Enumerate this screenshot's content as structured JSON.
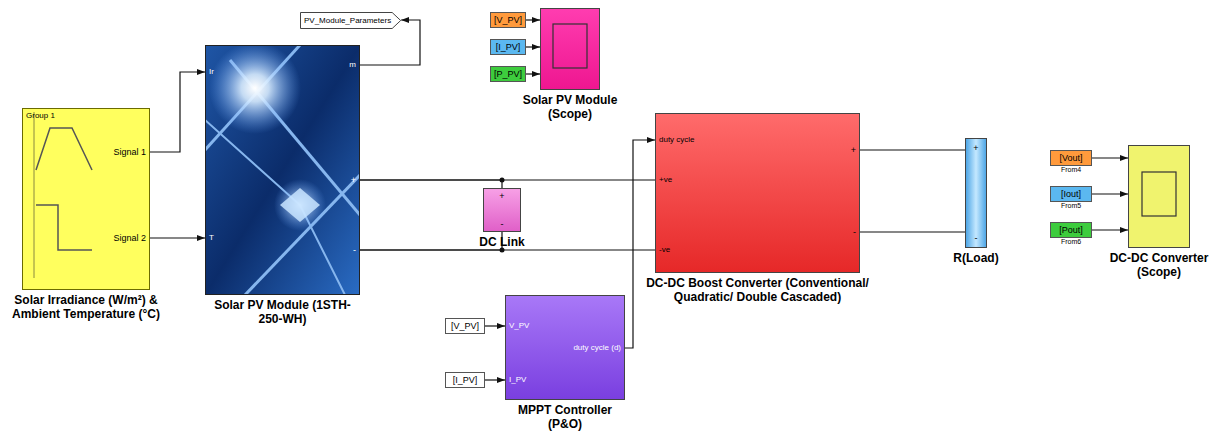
{
  "diagram": {
    "nodes": [
      {
        "text": [
          "Group 1",
          "Signal 1",
          "Signal 2",
          "Solar Irradiance (W/m²) & Ambient Temperature (°C)"
        ]
      },
      {
        "text": [
          "PV_Module_Parameters"
        ]
      },
      {
        "text": [
          "Ir",
          "T",
          "m",
          "+",
          "-",
          "Solar PV Module (1STH-250-WH)"
        ]
      },
      {
        "text": [
          "[V_PV]"
        ]
      },
      {
        "text": [
          "[I_PV]"
        ]
      },
      {
        "text": [
          "[P_PV]"
        ]
      },
      {
        "text": [
          "Solar PV Module (Scope)"
        ]
      },
      {
        "text": [
          "+",
          "-",
          "DC Link"
        ]
      },
      {
        "text": [
          "[V_PV]"
        ]
      },
      {
        "text": [
          "[I_PV]"
        ]
      },
      {
        "text": [
          "V_PV",
          "I_PV",
          "duty cycle (d)",
          "MPPT Controller (P&O)"
        ]
      },
      {
        "text": [
          "duty cycle",
          "+ve",
          "-ve",
          "+",
          "-",
          "DC-DC Boost Converter (Conventional/ Quadratic/ Double Cascaded)"
        ]
      },
      {
        "text": [
          "+",
          "-",
          "R(Load)"
        ]
      },
      {
        "text": [
          "[Vout]",
          "From4"
        ]
      },
      {
        "text": [
          "[Iout]",
          "From5"
        ]
      },
      {
        "text": [
          "[Pout]",
          "From6"
        ]
      },
      {
        "text": [
          "DC-DC Converter (Scope)"
        ]
      }
    ],
    "edges": [
      {
        "from": 0,
        "to": 2,
        "arrow": "to"
      },
      {
        "from": 0,
        "to": 2,
        "arrow": "to"
      },
      {
        "from": 2,
        "to": 1,
        "arrow": "to"
      },
      {
        "from": 3,
        "to": 6,
        "arrow": "to"
      },
      {
        "from": 4,
        "to": 6,
        "arrow": "to"
      },
      {
        "from": 5,
        "to": 6,
        "arrow": "to"
      },
      {
        "from": 2,
        "to": 7,
        "arrow": "none"
      },
      {
        "from": 2,
        "to": 11,
        "arrow": "none"
      },
      {
        "from": 2,
        "to": 7,
        "arrow": "none"
      },
      {
        "from": 2,
        "to": 11,
        "arrow": "none"
      },
      {
        "from": 8,
        "to": 10,
        "arrow": "to"
      },
      {
        "from": 9,
        "to": 10,
        "arrow": "to"
      },
      {
        "from": 10,
        "to": 11,
        "arrow": "to"
      },
      {
        "from": 11,
        "to": 12,
        "arrow": "none"
      },
      {
        "from": 11,
        "to": 12,
        "arrow": "none"
      },
      {
        "from": 13,
        "to": 16,
        "arrow": "to"
      },
      {
        "from": 14,
        "to": 16,
        "arrow": "to"
      },
      {
        "from": 15,
        "to": 16,
        "arrow": "to"
      }
    ]
  }
}
